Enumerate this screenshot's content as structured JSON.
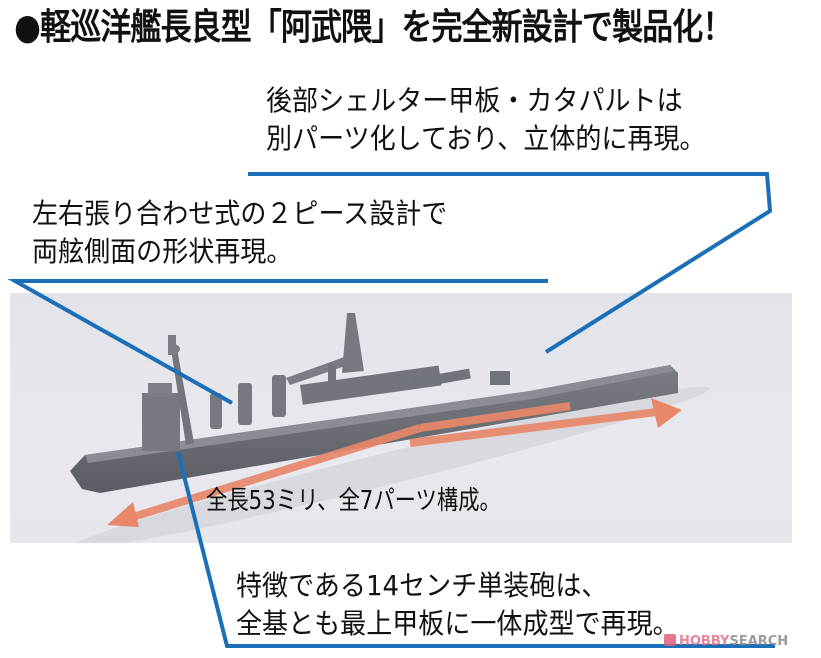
{
  "headline": {
    "bullet": "●",
    "text": "軽巡洋艦長良型「阿武隈」を完全新設計で製品化！"
  },
  "callouts": {
    "catapult": {
      "lines": [
        "後部シェルター甲板・カタパルトは",
        "別パーツ化しており、立体的に再現。"
      ]
    },
    "hull": {
      "lines": [
        "左右張り合わせ式の２ピース設計で",
        "両舷側面の形状再現。"
      ]
    },
    "guns": {
      "lines": [
        "特徴である14センチ単装砲は、",
        "全基とも最上甲板に一体成型で再現。"
      ]
    }
  },
  "photo": {
    "subject": "ship-model-abukuma",
    "length_label": "全長53ミリ、全7パーツ構成。"
  },
  "watermark": {
    "part1": "HOBBY",
    "part2": "SEARCH"
  },
  "colors": {
    "callout_line": "#1a6fb8",
    "arrow": "#e8876a",
    "ship": "#6f7379",
    "photo_bg": "#e5e5eb",
    "text": "#111111"
  }
}
